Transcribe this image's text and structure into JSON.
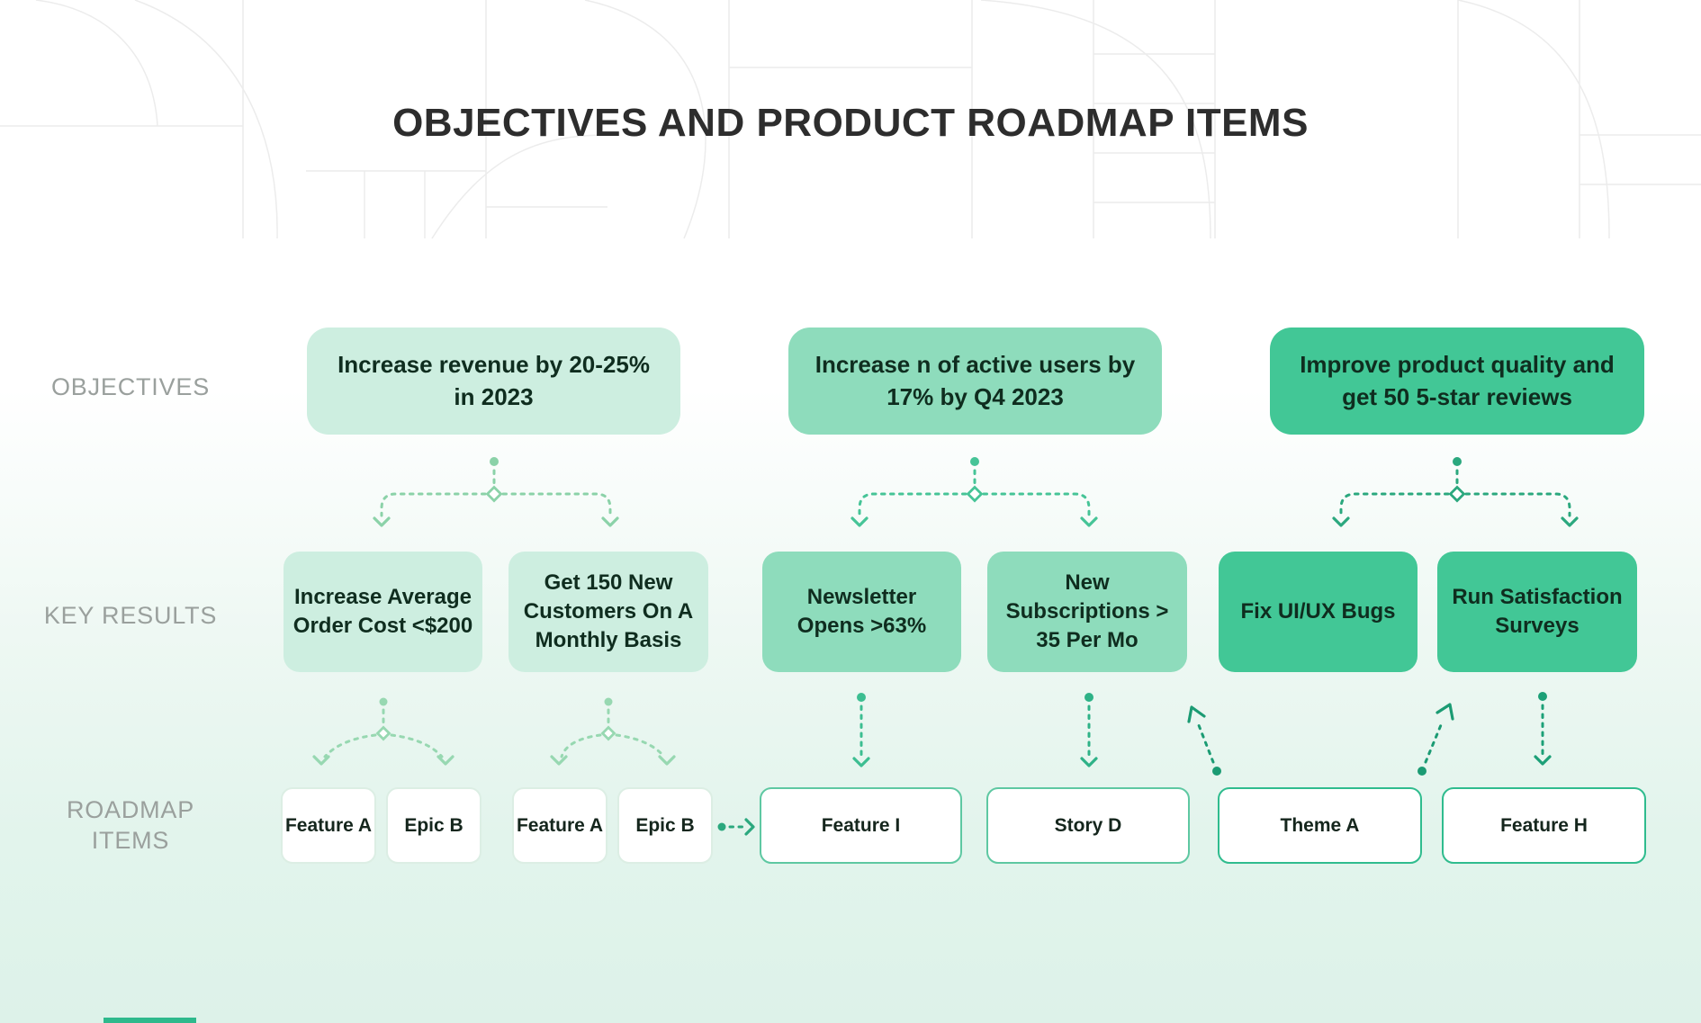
{
  "page": {
    "title": "OBJECTIVES AND PRODUCT ROADMAP ITEMS"
  },
  "row_labels": {
    "objectives": "OBJECTIVES",
    "key_results": "KEY RESULTS",
    "roadmap_line1": "ROADMAP",
    "roadmap_line2": "ITEMS"
  },
  "objectives": [
    {
      "text": "Increase revenue by 20-25% in 2023",
      "tier": "light"
    },
    {
      "text": "Increase n of active users by 17% by Q4 2023",
      "tier": "mid"
    },
    {
      "text": "Improve product quality and get 50 5-star reviews",
      "tier": "dark"
    }
  ],
  "key_results": [
    {
      "text": "Increase Average Order Cost <$200",
      "tier": "light"
    },
    {
      "text": "Get 150 New Customers On A Monthly Basis",
      "tier": "light"
    },
    {
      "text": "Newsletter Opens >63%",
      "tier": "mid"
    },
    {
      "text": "New Subscriptions > 35 Per Mo",
      "tier": "mid"
    },
    {
      "text": "Fix UI/UX Bugs",
      "tier": "dark"
    },
    {
      "text": "Run Satisfaction Surveys",
      "tier": "dark"
    }
  ],
  "roadmap_items": [
    {
      "text": "Feature A",
      "style": "small"
    },
    {
      "text": "Epic B",
      "style": "small"
    },
    {
      "text": "Feature A",
      "style": "small"
    },
    {
      "text": "Epic B",
      "style": "small"
    },
    {
      "text": "Feature I",
      "style": "medium"
    },
    {
      "text": "Story D",
      "style": "medium"
    },
    {
      "text": "Theme A",
      "style": "strong"
    },
    {
      "text": "Feature H",
      "style": "strong"
    }
  ],
  "colors": {
    "tier_light": "#cdeee0",
    "tier_mid": "#8edcbc",
    "tier_dark": "#42c796",
    "connector_light": "#8bd2a8",
    "connector_fork": "#97d8b1",
    "connector_mid": "#46c497",
    "connector_dark": "#2ba87e",
    "connector_deep": "#1b9b73",
    "label_gray": "#9aa09d",
    "title_color": "#2d2d2d",
    "roadmap_border_strong": "#2fbc8e"
  }
}
